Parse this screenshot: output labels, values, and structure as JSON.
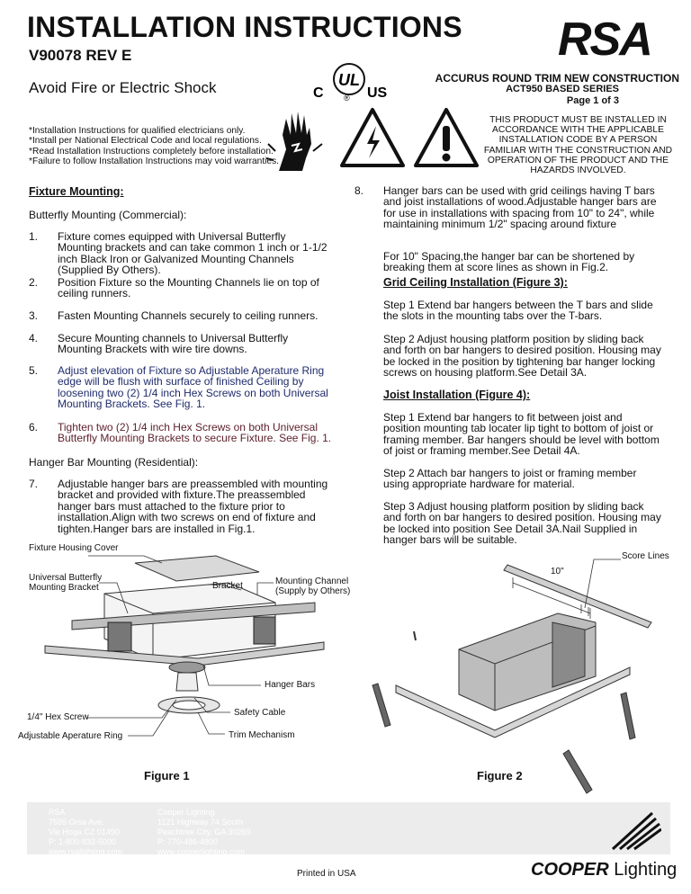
{
  "header": {
    "title": "INSTALLATION INSTRUCTIONS",
    "doc_number": "V90078 REV E",
    "brand": "RSA",
    "warning": "Avoid Fire or Electric Shock",
    "product_line": "ACCURUS ROUND TRIM NEW CONSTRUCTION",
    "series": "ACT950 BASED SERIES",
    "page": "Page 1 of 3",
    "ul_left": "C",
    "ul_mark": "UL",
    "ul_right": "US",
    "ul_reg": "®"
  },
  "notes": [
    "*Installation Instructions for qualified electricians only.",
    "*Install per National Electrical Code and local regulations.",
    "*Read Installation Instructions completely before installation.",
    "*Failure to follow Installation Instructions may void warranties."
  ],
  "compliance": [
    "THIS PRODUCT MUST BE INSTALLED IN",
    "ACCORDANCE WITH THE APPLICABLE",
    "INSTALLATION CODE BY A PERSON",
    "FAMILIAR WITH THE CONSTRUCTION AND",
    "OPERATION OF THE PRODUCT AND THE",
    "HAZARDS INVOLVED."
  ],
  "left": {
    "fixture_mounting": "Fixture Mounting:",
    "butterfly": "Butterfly Mounting (Commercial):",
    "steps": [
      {
        "num": "1.",
        "text": "Fixture comes equipped with Universal Butterfly Mounting brackets and can take common 1 inch or 1-1/2 inch Black Iron or Galvanized Mounting Channels (Supplied By Others)."
      },
      {
        "num": "2.",
        "text": "Position Fixture so the Mounting Channels lie on top of ceiling runners."
      },
      {
        "num": "3.",
        "text": "Fasten Mounting Channels securely to ceiling runners."
      },
      {
        "num": "4.",
        "text": "Secure Mounting channels to Universal Butterfly Mounting Brackets with wire tire downs."
      },
      {
        "num": "5.",
        "text": "Adjust elevation of Fixture so Adjustable Aperature Ring edge will be flush with surface of finished Ceiling by loosening two (2) 1/4 inch Hex Screws on both Universal Mounting Brackets. See Fig. 1."
      },
      {
        "num": "6.",
        "text": "Tighten two (2) 1/4 inch Hex Screws on both Universal Butterfly Mounting Brackets to secure Fixture. See Fig. 1."
      }
    ],
    "hanger_bar": "Hanger Bar Mounting (Residential):",
    "step7": {
      "num": "7.",
      "text": "Adjustable hanger bars are preassembled with mounting bracket and provided with fixture.The preassembled hanger bars must attached to the fixture prior to installation.Align with two screws on end of fixture and tighten.Hanger bars are installed in Fig.1."
    }
  },
  "right": {
    "step8": {
      "num": "8.",
      "text": "Hanger bars can be used with grid ceilings having T bars and joist installations of wood.Adjustable hanger bars are for use in installations with spacing from 10\" to 24\", while maintaining minimum 1/2\" spacing around fixture"
    },
    "spacing_note": "For 10\" Spacing,the hanger bar can be shortened by breaking them at score lines as shown in Fig.2.",
    "grid_title": "Grid Ceiling Installation (Figure 3):",
    "grid_step1": "Step 1 Extend bar hangers between the T bars and slide the slots in the mounting tabs over the T-bars.",
    "grid_step2": "Step 2 Adjust housing platform position by sliding back and forth on bar hangers to desired position. Housing may be locked in the position by tightening bar hanger locking screws on housing platform.See Detail 3A.",
    "joist_title": "Joist Installation (Figure 4):",
    "joist_step1": "Step 1  Extend bar hangers to fit between joist and  position mounting tab  locater lip tight to bottom of joist or framing member. Bar hangers should be level with bottom of joist or framing member.See Detail 4A.",
    "joist_step2": "Step 2  Attach bar hangers to joist or framing member using appropriate hardware for material.",
    "joist_step3": "Step 3 Adjust housing platform position by sliding back and forth on bar hangers to desired position. Housing may be locked into position See Detail 3A.Nail Supplied in hanger bars will be suitable."
  },
  "figure1": {
    "caption": "Figure 1",
    "labels": {
      "cover": "Fixture Housing Cover",
      "butterfly": "Universal Butterfly\nMounting Bracket",
      "bracket": "Bracket",
      "channel": "Mounting Channel\n(Supply by Others)",
      "hanger": "Hanger Bars",
      "hex": "1/4\" Hex Screw",
      "cable": "Safety Cable",
      "ring": "Adjustable Aperature Ring",
      "trim": "Trim Mechanism"
    }
  },
  "figure2": {
    "caption": "Figure 2",
    "score": "Score Lines",
    "dim": "10\""
  },
  "footer": {
    "rsa": [
      "RSA",
      "7585 Orsa Ave.",
      "Vie Hoga CZ 01490",
      "P: 1-800-832-5000",
      "www.rsalighting.com"
    ],
    "cooper": [
      "Cooper Lighting",
      "1121 Highway 74 South",
      "Peachtree City, GA 30269",
      "P: 770-486-4800",
      "www.cooperlighting.com"
    ],
    "printed": "Printed in USA",
    "cooper_logo_bold": "COOPER",
    "cooper_logo_light": "Lighting"
  }
}
